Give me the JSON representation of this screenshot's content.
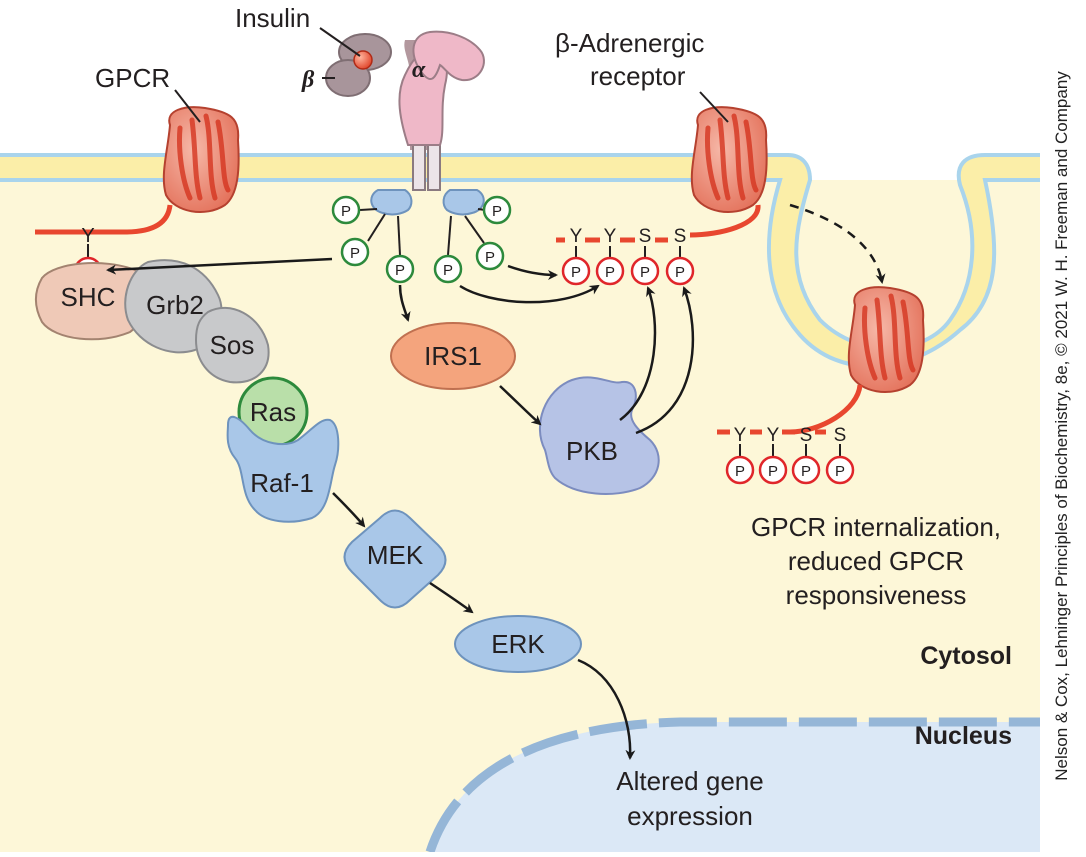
{
  "labels": {
    "insulin": "Insulin",
    "alpha": "α",
    "beta": "β",
    "gpcr": "GPCR",
    "beta_adrenergic_line1": "β-Adrenergic",
    "beta_adrenergic_line2": "receptor",
    "shc": "SHC",
    "grb2": "Grb2",
    "sos": "Sos",
    "ras": "Ras",
    "raf1": "Raf-1",
    "mek": "MEK",
    "erk": "ERK",
    "irs1": "IRS1",
    "pkb": "PKB",
    "phospho": "P",
    "tyr": "Y",
    "ser": "S",
    "internalization_line1": "GPCR internalization,",
    "internalization_line2": "reduced GPCR",
    "internalization_line3": "responsiveness",
    "cytosol": "Cytosol",
    "nucleus": "Nucleus",
    "gene_line1": "Altered gene",
    "gene_line2": "expression"
  },
  "credit": "Nelson & Cox, Lehninger Principles of Biochemistry, 8e, © 2021 W. H. Freeman and Company",
  "colors": {
    "cytosol": "#fdf7d8",
    "membrane": "#fbeea8",
    "membrane_edge": "#a9d4ec",
    "nucleus": "#dbe8f6",
    "nuclear_envelope": "#95b6d7",
    "gpcr": "#e8735d",
    "phospho_ring_red": "#e0262a",
    "phospho_ring_green": "#2d8a3c",
    "shc": "#efc9b7",
    "grb2_sos": "#c8c9cb",
    "ras": "#b9dfa9",
    "kinase_blue": "#a9c7e8",
    "irs1": "#f4a47d",
    "pkb": "#b6c3e6",
    "insulin_receptor": "#efb8c8"
  }
}
